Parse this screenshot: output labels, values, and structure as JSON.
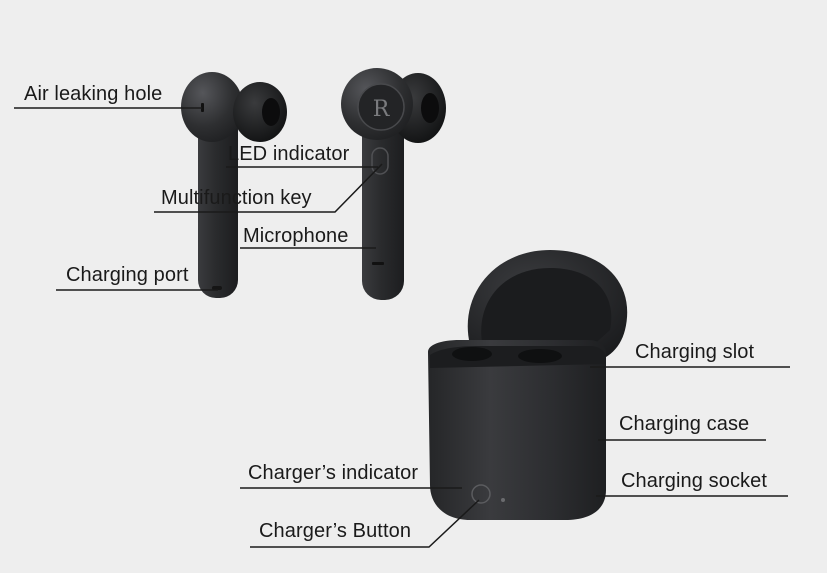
{
  "labels": {
    "air_leaking_hole": "Air leaking hole",
    "led_indicator": "LED indicator",
    "multifunction_key": "Multifunction key",
    "microphone": "Microphone",
    "charging_port": "Charging port",
    "charging_slot": "Charging slot",
    "charging_case": "Charging case",
    "charging_socket": "Charging socket",
    "chargers_indicator": "Charger’s indicator",
    "chargers_button": "Charger’s Button"
  },
  "earbud_right_letter": "R",
  "colors": {
    "background": "#eeeeee",
    "device_body": "#2b2c2e",
    "device_highlight": "#4a4b4e",
    "leader_line": "#1a1a1a"
  }
}
